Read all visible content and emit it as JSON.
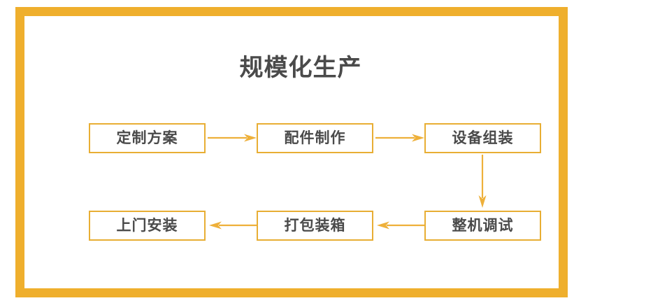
{
  "diagram": {
    "title": "规模化生产",
    "type": "process-flow",
    "frame_color": "#efaf2d",
    "box_border_color": "#e8ae34",
    "text_color": "#4a4a4a",
    "arrow_color": "#eeb03a",
    "background": "#ffffff",
    "steps": [
      {
        "id": "step-1",
        "order": 1,
        "label": "定制方案",
        "row": "top",
        "column": 1
      },
      {
        "id": "step-2",
        "order": 2,
        "label": "配件制作",
        "row": "top",
        "column": 2
      },
      {
        "id": "step-3",
        "order": 3,
        "label": "设备组装",
        "row": "top",
        "column": 3
      },
      {
        "id": "step-4",
        "order": 4,
        "label": "整机调试",
        "row": "bottom",
        "column": 3
      },
      {
        "id": "step-5",
        "order": 5,
        "label": "打包装箱",
        "row": "bottom",
        "column": 2
      },
      {
        "id": "step-6",
        "order": 6,
        "label": "上门安装",
        "row": "bottom",
        "column": 1
      }
    ],
    "connectors": [
      {
        "id": "arrow-1",
        "from": "step-1",
        "to": "step-2",
        "direction": "right",
        "icon": "arrow-right-icon"
      },
      {
        "id": "arrow-2",
        "from": "step-2",
        "to": "step-3",
        "direction": "right",
        "icon": "arrow-right-icon"
      },
      {
        "id": "arrow-3",
        "from": "step-3",
        "to": "step-4",
        "direction": "down",
        "icon": "arrow-down-icon"
      },
      {
        "id": "arrow-4",
        "from": "step-4",
        "to": "step-5",
        "direction": "left",
        "icon": "arrow-left-icon"
      },
      {
        "id": "arrow-5",
        "from": "step-5",
        "to": "step-6",
        "direction": "left",
        "icon": "arrow-left-icon"
      }
    ]
  }
}
